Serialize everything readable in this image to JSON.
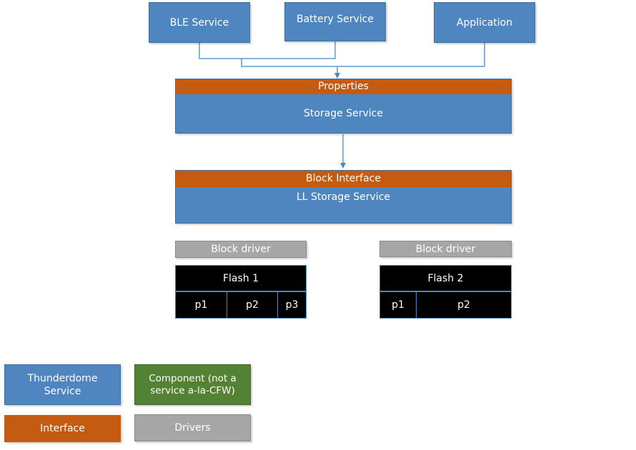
{
  "top_services": [
    {
      "label": "BLE Service"
    },
    {
      "label": "Battery Service"
    },
    {
      "label": "Application"
    }
  ],
  "storage": {
    "interface": "Properties",
    "label": "Storage Service"
  },
  "ll_storage": {
    "interface": "Block Interface",
    "label": "LL Storage Service"
  },
  "flash1": {
    "driver": "Block driver",
    "label": "Flash 1",
    "partitions": [
      "p1",
      "p2",
      "p3"
    ]
  },
  "flash2": {
    "driver": "Block driver",
    "label": "Flash 2",
    "partitions": [
      "p1",
      "p2"
    ]
  },
  "legend": {
    "thunderdome": "Thunderdome Service",
    "component": "Component (not a service a-la-CFW)",
    "interface": "Interface",
    "drivers": "Drivers"
  },
  "colors": {
    "service_blue": "#4f86bf",
    "interface_orange": "#c55a11",
    "driver_grey": "#a6a6a6",
    "component_green": "#548235",
    "flash_black": "#000000"
  }
}
